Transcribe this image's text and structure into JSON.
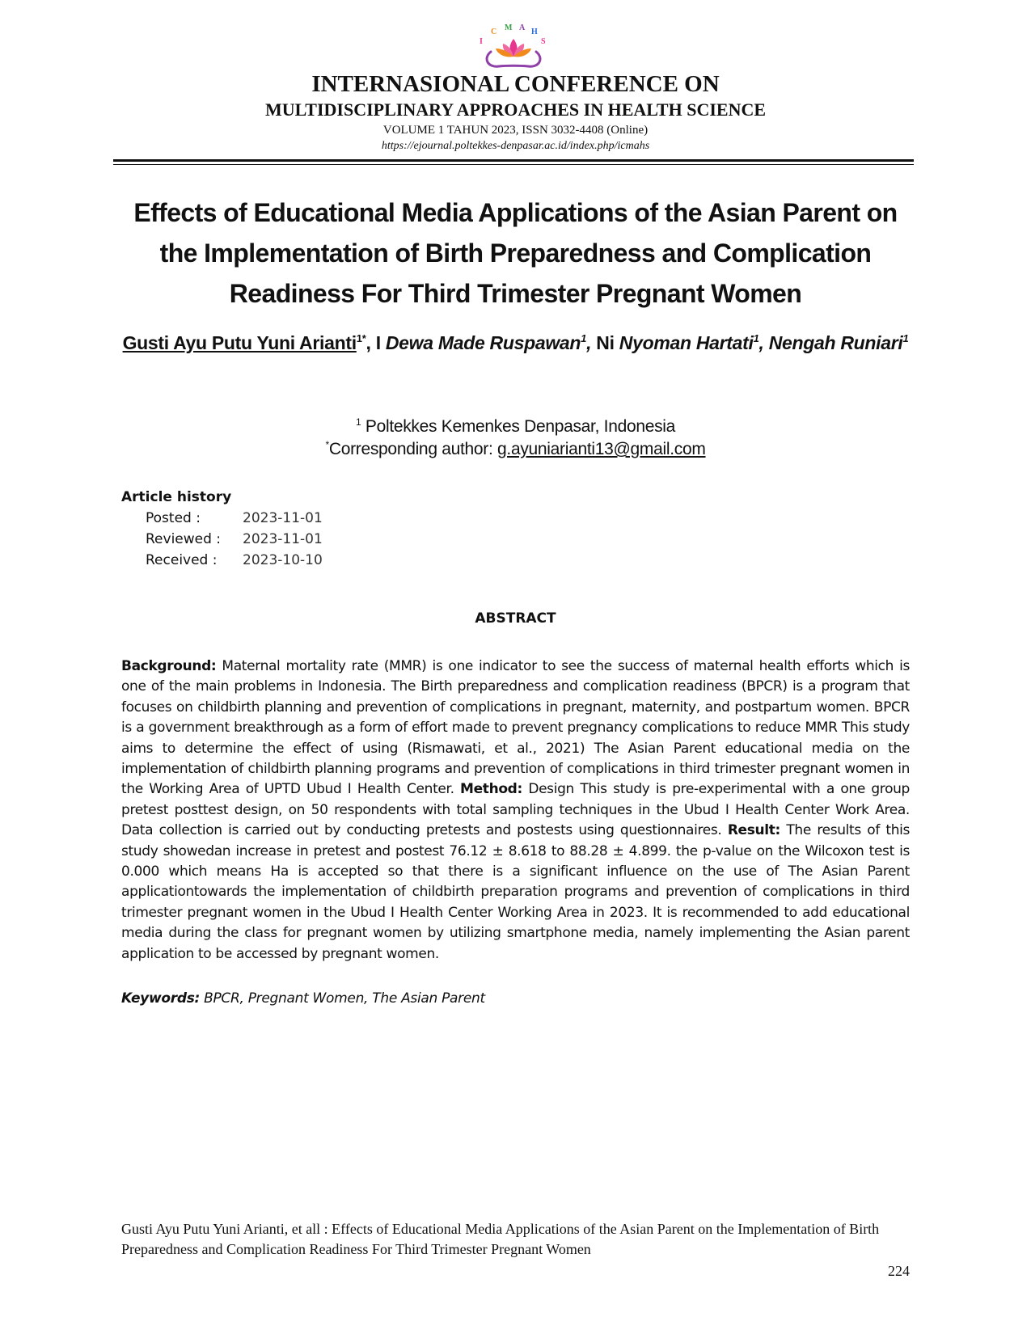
{
  "header": {
    "logo_letters": [
      "I",
      "C",
      "M",
      "A",
      "H",
      "S"
    ],
    "title": "INTERNASIONAL CONFERENCE ON",
    "subtitle": "MULTIDISCIPLINARY APPROACHES IN HEALTH SCIENCE",
    "volume": "VOLUME 1 TAHUN 2023, ISSN 3032-4408 (Online)",
    "url": "https://ejournal.poltekkes-denpasar.ac.id/index.php/icmahs"
  },
  "paper": {
    "title": "Effects of Educational Media Applications of the Asian Parent on the Implementation of Birth Preparedness and Complication Readiness For Third Trimester Pregnant Women",
    "authors": [
      {
        "prefix": "",
        "name": "Gusti Ayu Putu Yuni Arianti",
        "sup": "1*",
        "sep": ", "
      },
      {
        "prefix": "I ",
        "name": "Dewa Made Ruspawan",
        "sup": "1",
        "sep": ", "
      },
      {
        "prefix": "Ni ",
        "name": "Nyoman Hartati",
        "sup": "1",
        "sep": ", "
      },
      {
        "prefix": "",
        "name": "Nengah Runiari",
        "sup": "1",
        "sep": ""
      }
    ],
    "affiliation_sup": "1",
    "affiliation": " Poltekkes Kemenkes Denpasar, Indonesia",
    "corresponding_sup": "*",
    "corresponding_label": "Corresponding author: ",
    "email": "g.ayuniarianti13@gmail.com"
  },
  "history": {
    "heading": "Article history",
    "rows": [
      {
        "label": "Posted :",
        "value": "2023-11-01"
      },
      {
        "label": "Reviewed :",
        "value": "2023-11-01"
      },
      {
        "label": "Received :",
        "value": "2023-10-10"
      }
    ]
  },
  "abstract": {
    "heading": "ABSTRACT",
    "background_label": "Background:",
    "background_text": " Maternal mortality rate (MMR) is one indicator to see the success of maternal health efforts which is one of the main problems in Indonesia. The Birth preparedness and complication readiness (BPCR) is a program that focuses on childbirth planning and prevention of complications in pregnant, maternity, and postpartum women. BPCR is a government breakthrough as a form of effort made to prevent pregnancy complications to reduce MMR This study aims to determine the effect of using (Rismawati, et al., 2021) The Asian Parent educational media on the implementation of childbirth planning programs and prevention of complications in third trimester pregnant women in the Working Area of UPTD Ubud I Health Center. ",
    "method_label": "Method:",
    "method_text": " Design This study is pre-experimental with a one group pretest posttest design, on 50 respondents with total sampling techniques in the Ubud I Health Center Work Area. Data collection is carried out by conducting pretests and postests using questionnaires. ",
    "result_label": "Result:",
    "result_text": " The  results of this study showedan increase in pretest and postest 76.12  ± 8.618 to 88.28 ± 4.899. the p-value on the Wilcoxon test is 0.000 which means Ha is accepted so that there is a significant influence on the use of The Asian Parent applicationtowards the implementation of childbirth preparation programs and prevention of complications in third trimester pregnant women in the Ubud I Health Center Working Area in 2023. It is recommended to add educational media during the class for pregnant women by utilizing smartphone media, namely implementing the Asian parent application to be accessed by pregnant women."
  },
  "keywords": {
    "label": "Keywords:",
    "text": " BPCR, Pregnant Women, The Asian Parent"
  },
  "footer": {
    "citation": "Gusti Ayu Putu Yuni Arianti, et all : Effects of Educational Media Applications of the Asian Parent on the Implementation of Birth Preparedness and Complication Readiness For Third Trimester Pregnant Women",
    "page": "224"
  },
  "colors": {
    "logo_purple": "#8e3fa8",
    "logo_pink": "#e8368f",
    "logo_orange": "#f08a1c",
    "logo_green": "#3aa34a",
    "logo_blue": "#2b6fd6"
  }
}
